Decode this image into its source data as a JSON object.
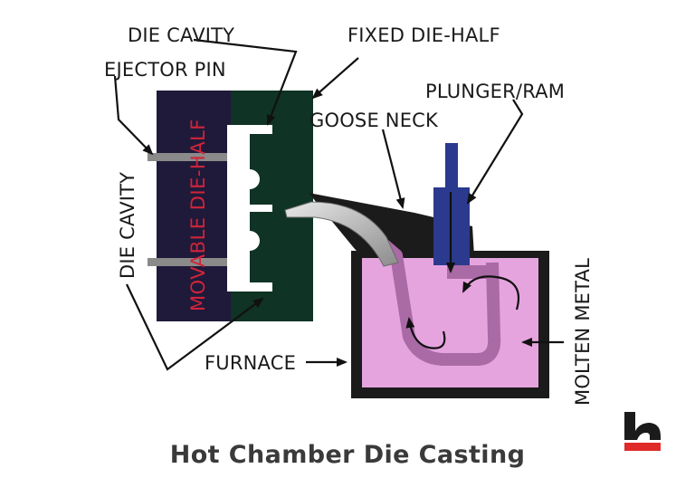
{
  "title": "Hot Chamber Die Casting",
  "labels": {
    "die_cavity_top": "DIE CAVITY",
    "fixed_die_half": "FIXED DIE-HALF",
    "ejector_pin": "EJECTOR PIN",
    "plunger_ram": "PLUNGER/RAM",
    "goose_neck": "GOOSE NECK",
    "die_cavity_side": "DIE CAVITY",
    "movable_die_half": "MOVABLE DIE-HALF",
    "furnace": "FURNACE",
    "molten_metal": "MOLTEN METAL"
  },
  "logo": {
    "name": "brand-logo",
    "letter": "h"
  },
  "colors": {
    "movable_die": "#1f1a3a",
    "fixed_die": "#0f3325",
    "cavity": "#ffffff",
    "pin": "#8a8a8a",
    "plunger": "#2b3a8e",
    "furnace_wall": "#1b1b1b",
    "molten_metal": "#e6a4df",
    "goose_neck": "#a96aa5",
    "nozzle": "#b9b9b9",
    "logo_red": "#e02a2a"
  }
}
